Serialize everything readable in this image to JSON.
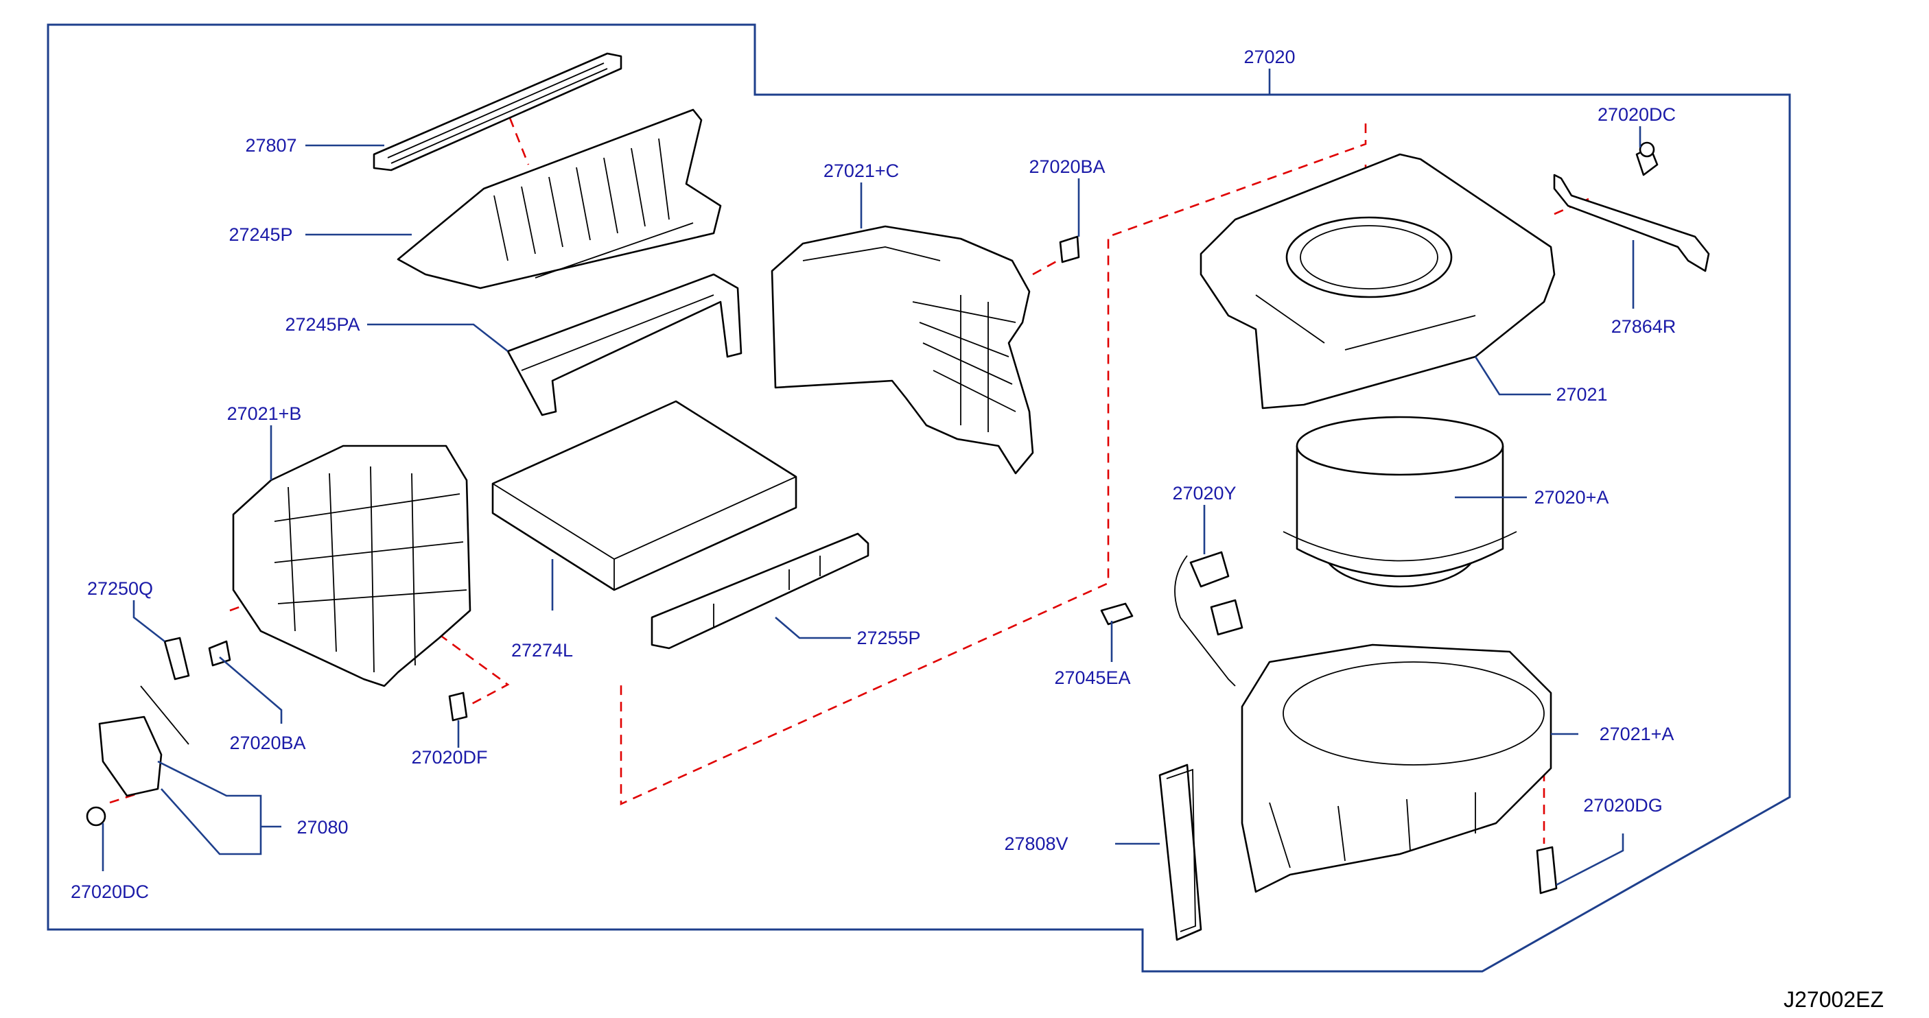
{
  "colors": {
    "label": "#1a1aa8",
    "frame": "#1e3f8c",
    "dash": "#e00000",
    "line": "#000000"
  },
  "labels": {
    "p27020": "27020",
    "p27807": "27807",
    "p27245P": "27245P",
    "p27245PA": "27245PA",
    "p27021C": "27021+C",
    "p27020BA_top": "27020BA",
    "p27020DC_top": "27020DC",
    "p27864R": "27864R",
    "p27021": "27021",
    "p27021B": "27021+B",
    "p27250Q": "27250Q",
    "p27274L": "27274L",
    "p27255P": "27255P",
    "p27020Y": "27020Y",
    "p27020A": "27020+A",
    "p27045EA": "27045EA",
    "p27021A": "27021+A",
    "p27020BA_bottom": "27020BA",
    "p27020DF": "27020DF",
    "p27080": "27080",
    "p27020DG": "27020DG",
    "p27808V": "27808V",
    "p27020DC_bottom": "27020DC"
  },
  "diagram_ref": "J27002EZ"
}
